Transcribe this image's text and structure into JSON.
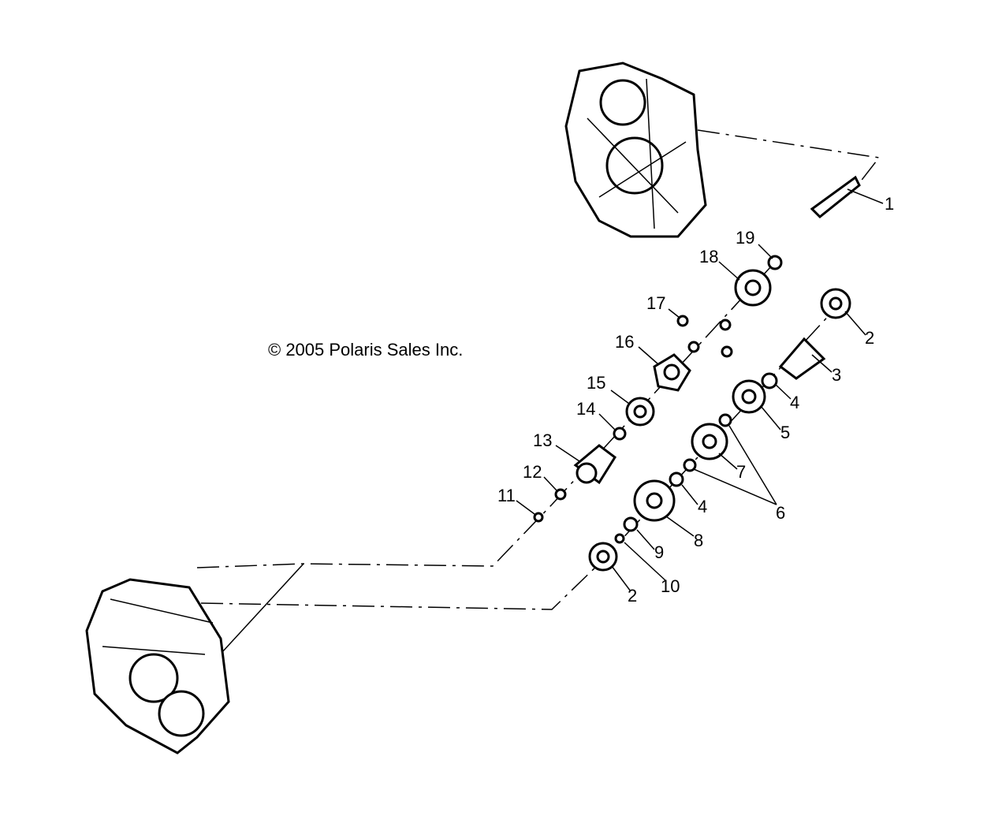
{
  "copyright": "© 2005 Polaris Sales Inc.",
  "callouts": [
    {
      "id": "1",
      "text": "1"
    },
    {
      "id": "19",
      "text": "19"
    },
    {
      "id": "18",
      "text": "18"
    },
    {
      "id": "2a",
      "text": "2"
    },
    {
      "id": "17",
      "text": "17"
    },
    {
      "id": "3",
      "text": "3"
    },
    {
      "id": "16",
      "text": "16"
    },
    {
      "id": "4a",
      "text": "4"
    },
    {
      "id": "15",
      "text": "15"
    },
    {
      "id": "5",
      "text": "5"
    },
    {
      "id": "14",
      "text": "14"
    },
    {
      "id": "13",
      "text": "13"
    },
    {
      "id": "7",
      "text": "7"
    },
    {
      "id": "6",
      "text": "6"
    },
    {
      "id": "12",
      "text": "12"
    },
    {
      "id": "4b",
      "text": "4"
    },
    {
      "id": "11",
      "text": "11"
    },
    {
      "id": "8",
      "text": "8"
    },
    {
      "id": "9",
      "text": "9"
    },
    {
      "id": "10",
      "text": "10"
    },
    {
      "id": "2b",
      "text": "2"
    }
  ]
}
